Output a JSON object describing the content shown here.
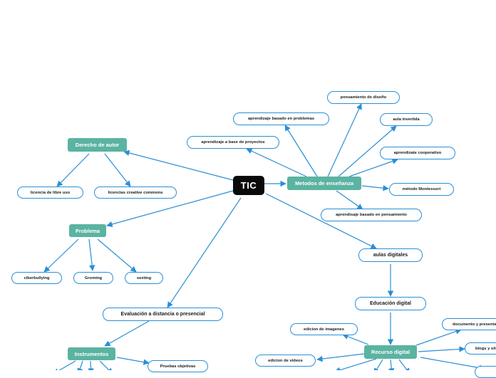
{
  "root": "TIC",
  "derecho": {
    "title": "Derecho de autor",
    "children": [
      "licencia de libre uso",
      "licencias creative commons"
    ]
  },
  "problema": {
    "title": "Problema",
    "children": [
      "ciberbullying",
      "Groming",
      "sexting"
    ]
  },
  "metodos": {
    "title": "Metodos de enseñanza",
    "children": [
      "aprendizaje a base de proyectos",
      "aprendizaje basado en problemas",
      "pensamiento de diseño",
      "aula invertida",
      "aprendizate cooperativo",
      "método Montessori",
      "aprendisaje basado en pensamiento"
    ]
  },
  "aulas": "aulas digitales",
  "educacion": "Educación digital",
  "recurso": {
    "title": "Recurso digital",
    "children": [
      "edicion de imagenes",
      "edicion de videos",
      "documento y presentaciones",
      "blogs y sitios web"
    ]
  },
  "evaluacion": "Evaluación a distancia o presencial",
  "instrumentos": {
    "title": "Instrumentos",
    "children": [
      "Pruebas objetivas"
    ]
  },
  "colors": {
    "root": "#0a0a0a",
    "main_topic": "#5bb3a1",
    "connector": "#2a8fd6"
  }
}
